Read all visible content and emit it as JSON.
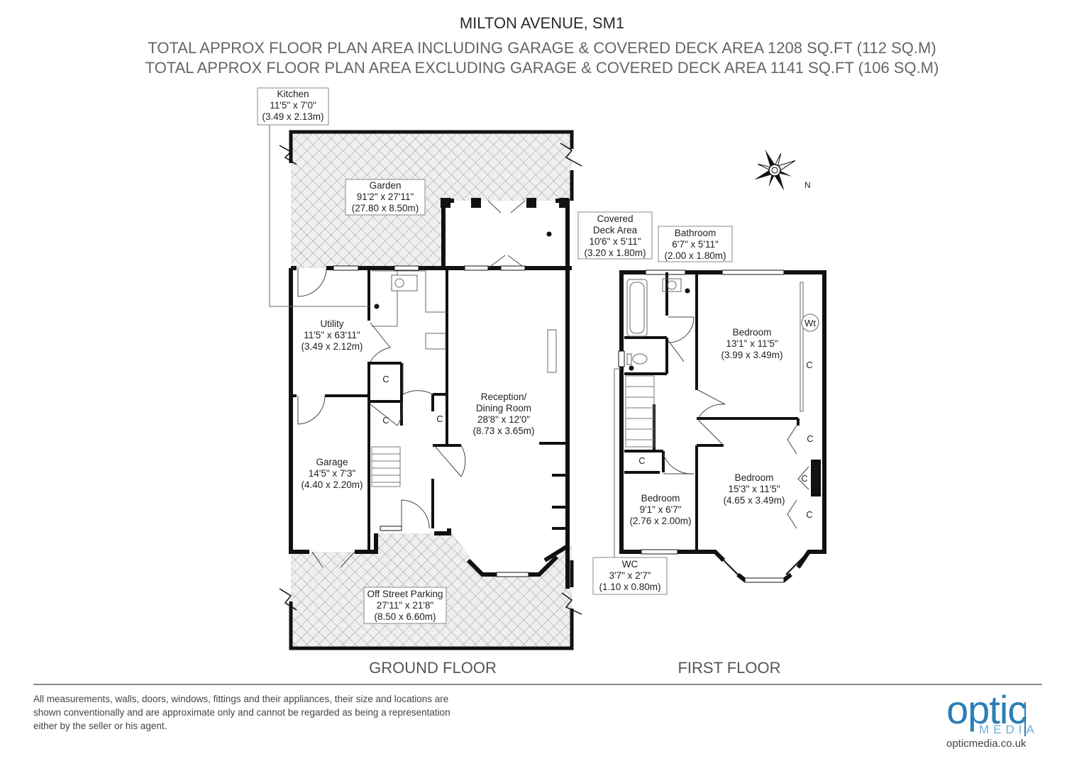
{
  "header": {
    "title": "MILTON AVENUE, SM1",
    "area_including": "TOTAL APPROX FLOOR PLAN AREA INCLUDING GARAGE & COVERED DECK AREA 1208 SQ.FT (112 SQ.M)",
    "area_excluding": "TOTAL APPROX FLOOR PLAN AREA EXCLUDING GARAGE & COVERED DECK AREA 1141 SQ.FT (106 SQ.M)"
  },
  "floors": {
    "ground": "GROUND FLOOR",
    "first": "FIRST FLOOR"
  },
  "rooms": {
    "kitchen": {
      "name": "Kitchen",
      "imperial": "11'5\" x 7'0\"",
      "metric": "(3.49 x 2.13m)"
    },
    "garden": {
      "name": "Garden",
      "imperial": "91'2\" x 27'11\"",
      "metric": "(27.80 x 8.50m)"
    },
    "covered_deck": {
      "name1": "Covered",
      "name2": "Deck Area",
      "imperial": "10'6\" x 5'11\"",
      "metric": "(3.20 x 1.80m)"
    },
    "utility": {
      "name": "Utility",
      "imperial": "11'5\" x 63'11\"",
      "metric": "(3.49 x 2.12m)"
    },
    "reception": {
      "name1": "Reception/",
      "name2": "Dining Room",
      "imperial": "28'8\" x 12'0\"",
      "metric": "(8.73 x 3.65m)"
    },
    "garage": {
      "name": "Garage",
      "imperial": "14'5\" x 7'3\"",
      "metric": "(4.40 x 2.20m)"
    },
    "parking": {
      "name": "Off Street Parking",
      "imperial": "27'11\" x 21'8\"",
      "metric": "(8.50 x 6.60m)"
    },
    "bathroom": {
      "name": "Bathroom",
      "imperial": "6'7\" x 5'11\"",
      "metric": "(2.00 x 1.80m)"
    },
    "bedroom1": {
      "name": "Bedroom",
      "imperial": "13'1\" x 11'5\"",
      "metric": "(3.99 x 3.49m)"
    },
    "bedroom2": {
      "name": "Bedroom",
      "imperial": "15'3\" x 11'5\"",
      "metric": "(4.65 x 3.49m)"
    },
    "bedroom3": {
      "name": "Bedroom",
      "imperial": "9'1\" x 6'7\"",
      "metric": "(2.76 x 2.00m)"
    },
    "wc": {
      "name": "WC",
      "imperial": "3'7\" x 2'7\"",
      "metric": "(1.10 x 0.80m)"
    }
  },
  "symbols": {
    "cupboard": "C",
    "water_tank": "Wt",
    "north": "N"
  },
  "disclaimer": {
    "line1": "All measurements, walls, doors, windows, fittings and their appliances, their size and locations are",
    "line2": "shown conventionally and are approximate only and cannot be regarded as being a representation",
    "line3": "either by the seller or his agent."
  },
  "logo": {
    "brand": "optic",
    "sub": "MEDIA",
    "url": "opticmedia.co.uk"
  }
}
